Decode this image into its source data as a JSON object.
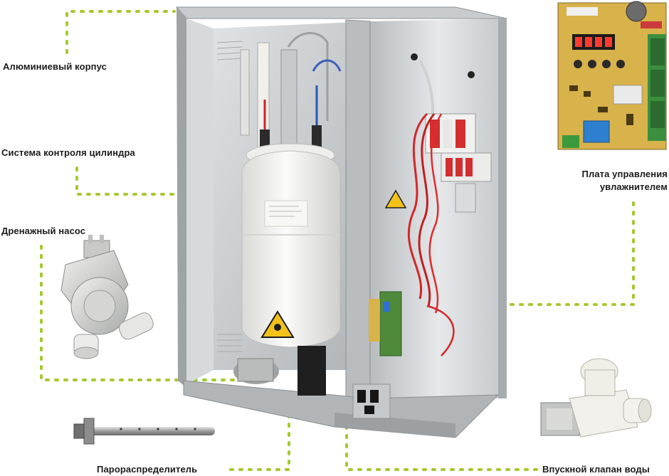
{
  "labels": {
    "housing": "Алюминиевый корпус",
    "cylinder_control": "Система контроля цилиндра",
    "drain_pump": "Дренажный насос",
    "controller_board_line1": "Плата управления",
    "controller_board_line2": "увлажнителем",
    "steam_distributor": "Парораспределитель",
    "water_inlet_valve": "Впускной клапан воды"
  },
  "colors": {
    "leader_dots": "#a3c92d",
    "text": "#1b1b1b",
    "cabinet_metal": "#cfd3d6",
    "cylinder_white": "#f4f4f2",
    "pcb_green": "#4e8a3a",
    "pcb_yellow": "#d8b24a",
    "wire_red": "#d3262a"
  },
  "icons": [
    "humidifier-cabinet-photo",
    "controller-board-photo",
    "drain-pump-photo",
    "steam-distributor-photo",
    "inlet-valve-photo",
    "warning-sign-icon"
  ]
}
